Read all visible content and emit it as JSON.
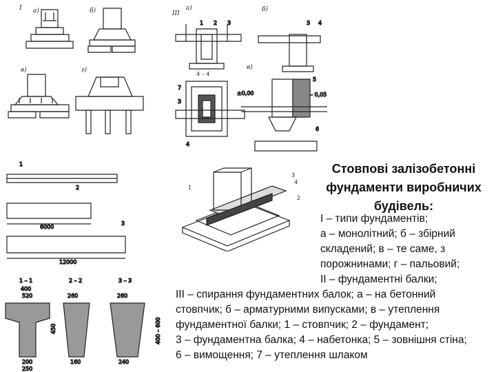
{
  "title_lines": [
    "Стовпові залізобетонні",
    "фундаменти виробничих",
    "будівель:"
  ],
  "caption_right": [
    "I – типи фундаментів;",
    "а – монолітний; б – збірний",
    "складений; в – те саме, з",
    "порожнинами; г – пальовий;",
    "II – фундаментні балки;"
  ],
  "caption_bottom": [
    "III – спирання фундаментних балок; а – на бетонний",
    "стовпчик; б – арматурними випусками; в – утеплення",
    "фундаментної балки; 1 – стовпчик; 2 – фундамент;",
    "3 – фундаментна балка; 4 – набетонка; 5 – зовнішня стіна;",
    "6 – вимощення; 7 – утеплення шлаком"
  ],
  "figure_labels": {
    "roman_1": "I",
    "roman_3": "III",
    "a": "а)",
    "b": "б)",
    "v": "в)",
    "g": "г)",
    "section_44": "4 – 4",
    "sec_11": "1 – 1",
    "sec_22": "2 – 2",
    "sec_33": "3 – 3",
    "len_6000": "6000",
    "len_12000": "12000",
    "elev_000": "±0,00",
    "elev_005": "– 0,05",
    "d400": "400",
    "d520": "520",
    "d200": "200",
    "d260": "260",
    "d250": "250",
    "d160": "160",
    "d450": "450",
    "d400_600": "400 – 600",
    "d240": "240",
    "n1": "1",
    "n2": "2",
    "n3": "3",
    "n4": "4",
    "n5": "5",
    "n6": "6",
    "n7": "7"
  }
}
